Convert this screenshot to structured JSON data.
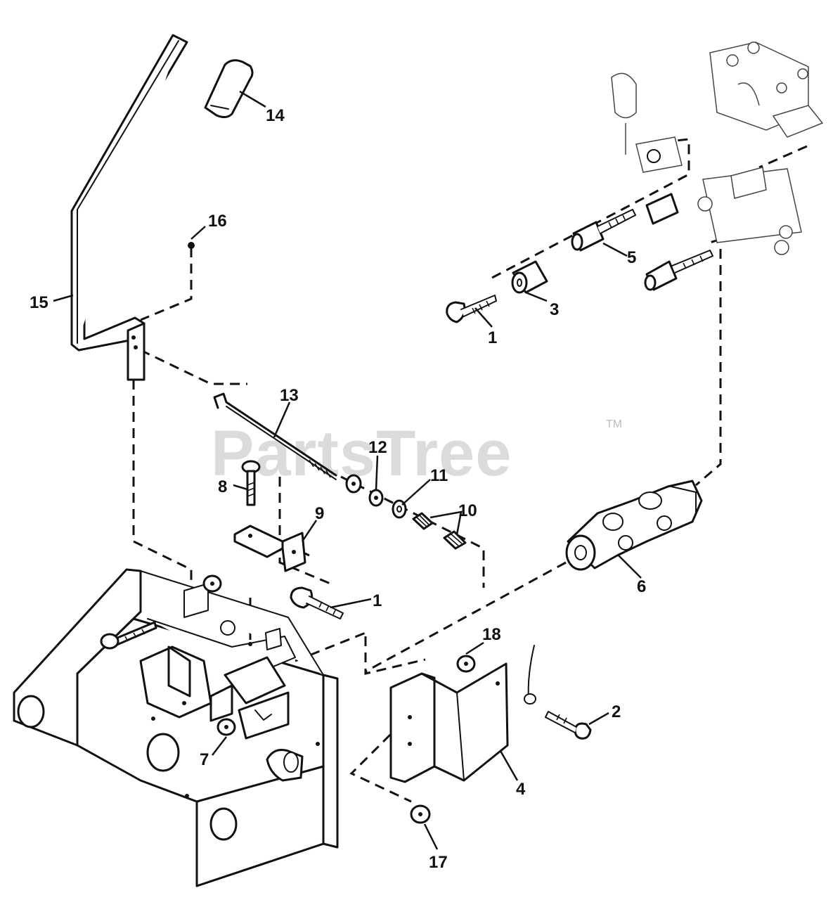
{
  "diagram": {
    "watermark": {
      "brand": "PartsTree",
      "trademark": "TM"
    },
    "callouts": [
      {
        "id": "15",
        "label": "15"
      },
      {
        "id": "14",
        "label": "14"
      },
      {
        "id": "16",
        "label": "16"
      },
      {
        "id": "13",
        "label": "13"
      },
      {
        "id": "12",
        "label": "12"
      },
      {
        "id": "11",
        "label": "11"
      },
      {
        "id": "10",
        "label": "10"
      },
      {
        "id": "9",
        "label": "9"
      },
      {
        "id": "8",
        "label": "8"
      },
      {
        "id": "5",
        "label": "5"
      },
      {
        "id": "3",
        "label": "3"
      },
      {
        "id": "1a",
        "label": "1"
      },
      {
        "id": "1b",
        "label": "1"
      },
      {
        "id": "6",
        "label": "6"
      },
      {
        "id": "18",
        "label": "18"
      },
      {
        "id": "2",
        "label": "2"
      },
      {
        "id": "4",
        "label": "4"
      },
      {
        "id": "7",
        "label": "7"
      },
      {
        "id": "17",
        "label": "17"
      }
    ]
  }
}
